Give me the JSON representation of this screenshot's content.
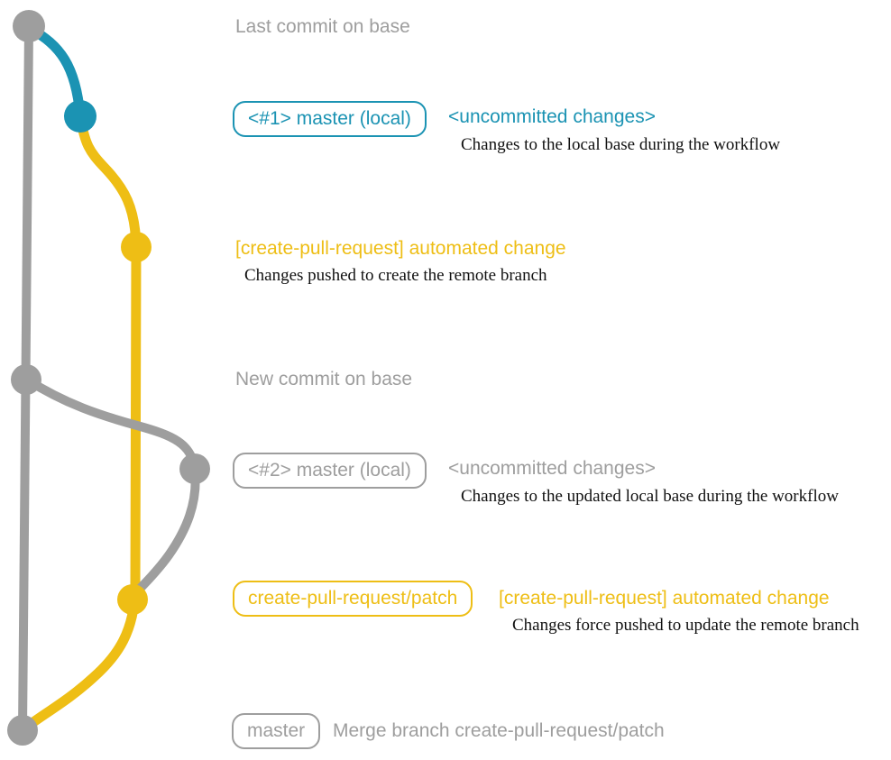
{
  "colors": {
    "gray": "#9e9e9e",
    "blue": "#1b93b3",
    "yellow": "#eebe15",
    "ink": "#111111"
  },
  "graph": {
    "branches": [
      {
        "name": "base (master)",
        "color": "#9e9e9e"
      },
      {
        "name": "local uncommitted changes",
        "color": "#1b93b3"
      },
      {
        "name": "create-pull-request/patch",
        "color": "#eebe15"
      }
    ],
    "nodes": [
      {
        "name": "last-commit-on-base",
        "color": "#9e9e9e"
      },
      {
        "name": "uncommitted-changes-1",
        "color": "#1b93b3"
      },
      {
        "name": "automated-change-1",
        "color": "#eebe15"
      },
      {
        "name": "new-commit-on-base",
        "color": "#9e9e9e"
      },
      {
        "name": "uncommitted-changes-2",
        "color": "#9e9e9e"
      },
      {
        "name": "automated-change-2",
        "color": "#eebe15"
      },
      {
        "name": "merge-commit",
        "color": "#9e9e9e"
      }
    ]
  },
  "annotations": {
    "last_commit": {
      "text": "Last commit on base"
    },
    "uncommitted1": {
      "badge": "<#1> master (local)",
      "heading": "<uncommitted changes>",
      "note": "Changes to the local base during the workflow"
    },
    "automated1": {
      "heading": "[create-pull-request] automated change",
      "note": "Changes pushed to create the remote branch"
    },
    "new_commit": {
      "text": "New commit on base"
    },
    "uncommitted2": {
      "badge": "<#2> master (local)",
      "heading": "<uncommitted changes>",
      "note": "Changes to the updated local base during the workflow"
    },
    "automated2": {
      "badge": "create-pull-request/patch",
      "heading": "[create-pull-request] automated change",
      "note": "Changes force pushed to update the remote branch"
    },
    "merge": {
      "badge": "master",
      "text": "Merge branch create-pull-request/patch"
    }
  }
}
